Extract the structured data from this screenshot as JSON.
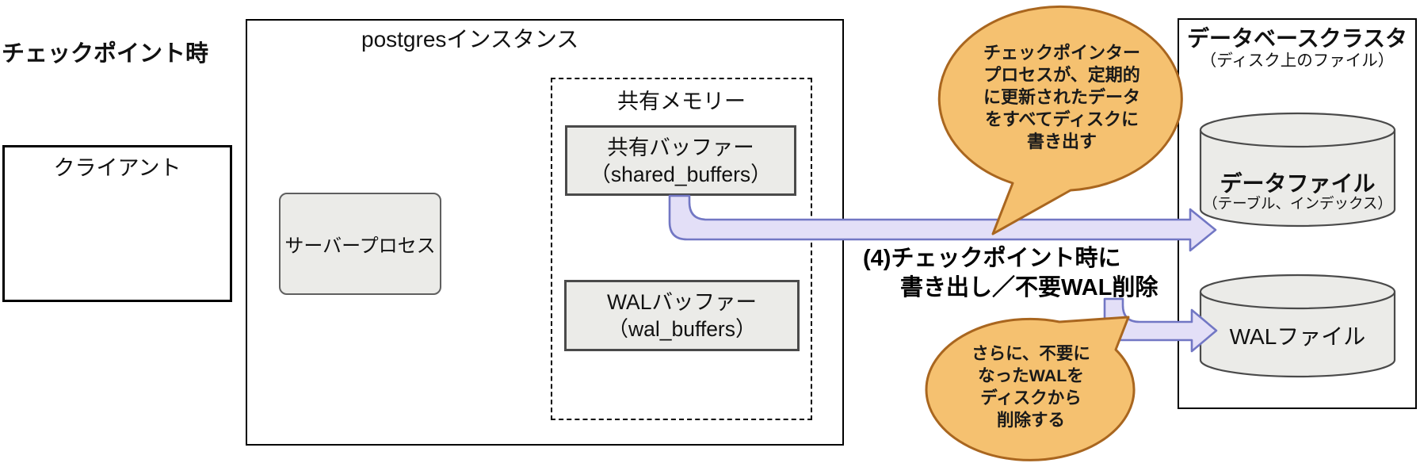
{
  "diagram": {
    "title": "チェックポイント時",
    "client": {
      "label": "クライアント"
    },
    "postgres": {
      "title": "postgresインスタンス",
      "server_process": "サーバープロセス",
      "shared_memory": {
        "title": "共有メモリー",
        "shared_buffers": {
          "line1": "共有バッファー",
          "line2": "（shared_buffers）"
        },
        "wal_buffers": {
          "line1": "WALバッファー",
          "line2": "（wal_buffers）"
        }
      }
    },
    "database_cluster": {
      "title": "データベースクラスタ",
      "subtitle": "（ディスク上のファイル）",
      "data_file": {
        "label": "データファイル",
        "sublabel": "（テーブル、インデックス）"
      },
      "wal_file": {
        "label": "WALファイル"
      }
    },
    "caption": {
      "line1": "(4)チェックポイント時に",
      "line2": "書き出し／不要WAL削除"
    },
    "bubbles": {
      "checkpoint": {
        "lines": [
          "チェックポインター",
          "プロセスが、定期的",
          "に更新されたデータ",
          "をすべてディスクに",
          "書き出す"
        ]
      },
      "wal_cleanup": {
        "lines": [
          "さらに、不要に",
          "なったWALを",
          "ディスクから",
          "削除する"
        ]
      }
    },
    "colors": {
      "bubble_fill": "#F5C170",
      "bubble_border": "#A9661F",
      "arrow_fill": "#E3DFF7",
      "arrow_border": "#7277C4",
      "box_fill": "#EBEBE8",
      "cylinder_fill": "#EBEBE8",
      "line_black": "#000000"
    }
  }
}
